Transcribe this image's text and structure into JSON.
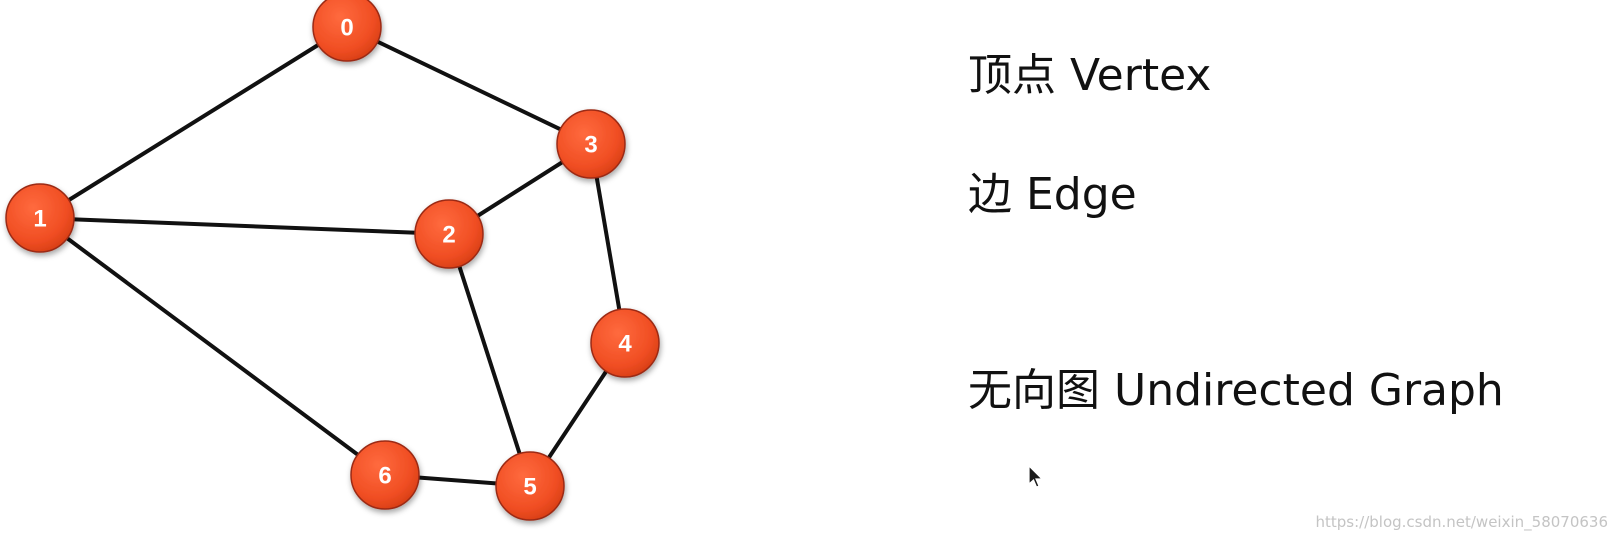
{
  "graph": {
    "nodes": [
      {
        "id": "0",
        "label": "0"
      },
      {
        "id": "1",
        "label": "1"
      },
      {
        "id": "2",
        "label": "2"
      },
      {
        "id": "3",
        "label": "3"
      },
      {
        "id": "4",
        "label": "4"
      },
      {
        "id": "5",
        "label": "5"
      },
      {
        "id": "6",
        "label": "6"
      }
    ],
    "edges": [
      [
        "0",
        "1"
      ],
      [
        "0",
        "3"
      ],
      [
        "1",
        "2"
      ],
      [
        "1",
        "6"
      ],
      [
        "2",
        "3"
      ],
      [
        "2",
        "5"
      ],
      [
        "3",
        "4"
      ],
      [
        "4",
        "5"
      ],
      [
        "5",
        "6"
      ]
    ],
    "node_color": "#f04e23",
    "edge_color": "#111111"
  },
  "terms": {
    "vertex": "顶点 Vertex",
    "edge": "边 Edge",
    "graph": "无向图 Undirected Graph"
  },
  "watermark": "https://blog.csdn.net/weixin_58070636",
  "icons": {
    "cursor": "mouse-pointer-icon"
  }
}
